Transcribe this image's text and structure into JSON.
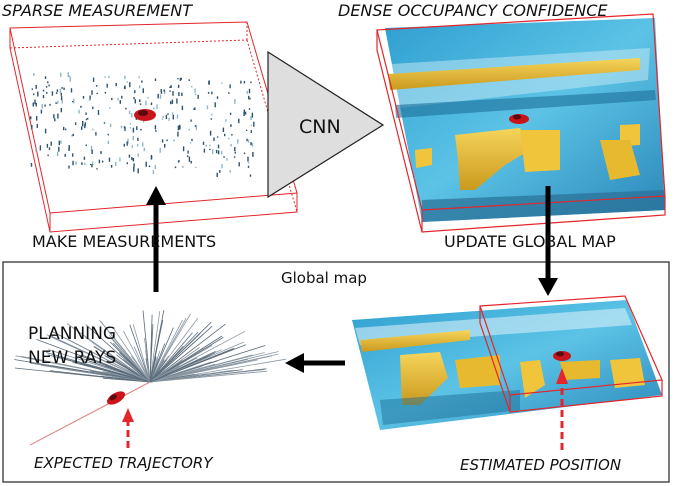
{
  "labels": {
    "sparse_measurement": "SPARSE MEASUREMENT",
    "dense_occupancy": "DENSE OCCUPANCY CONFIDENCE",
    "cnn": "CNN",
    "make_measurements": "MAKE MEASUREMENTS",
    "update_global_map": "UPDATE GLOBAL MAP",
    "global_map": "Global map",
    "planning_line1": "PLANNING",
    "planning_line2": "NEW RAYS",
    "expected_trajectory": "EXPECTED TRAJECTORY",
    "estimated_position": "ESTIMATED POSITION"
  },
  "colors": {
    "frame_red": "#e3262b",
    "arrow_black": "#000000",
    "map_blue": "#3aa7d6",
    "map_yellow": "#f2c744",
    "cnn_gray": "#dedede",
    "car_red": "#c8141a"
  },
  "icons": [
    "car-icon",
    "cnn-triangle",
    "ray-fan-icon"
  ]
}
